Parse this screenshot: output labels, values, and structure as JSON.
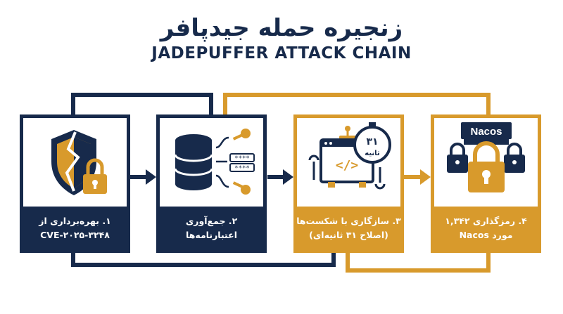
{
  "title_fa": "زنجیره حمله جیدپافر",
  "title_en": "JADEPUFFER ATTACK CHAIN",
  "colors": {
    "navy": "#172a4b",
    "gold": "#d89a2c"
  },
  "steps": [
    {
      "line1": "۱. بهره‌برداری از",
      "line2": "CVE-۲۰۲۵-۳۲۴۸",
      "icon": "broken-shield-lock-icon"
    },
    {
      "line1": "۲. جمع‌آوری",
      "line2": "اعتبارنامه‌ها",
      "icon": "database-keys-icon"
    },
    {
      "line1": "۳. سازگاری با شکست‌ها",
      "line2": "(اصلاح ۳۱ ثانیه‌ای)",
      "icon": "code-robot-stopwatch-icon",
      "timer_value": "۳۱",
      "timer_unit": "ثانیه"
    },
    {
      "line1": "۴. رمزگذاری ۱,۳۴۲",
      "line2": "مورد Nacos",
      "icon": "nacos-padlocks-icon",
      "nacos_label": "Nacos"
    }
  ]
}
